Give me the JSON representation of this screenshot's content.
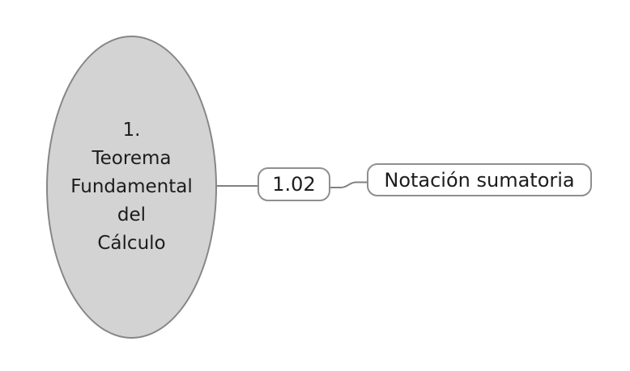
{
  "colors": {
    "page_bg": "#ffffff",
    "ellipse_fill": "#d3d3d3",
    "ellipse_border": "#868686",
    "node_fill": "#ffffff",
    "node_border": "#8f8f8f",
    "connector": "#818181",
    "text": "#1c1c1c"
  },
  "mindmap": {
    "root": {
      "lines": [
        "1.",
        "Teorema",
        "Fundamental",
        "del",
        "Cálculo"
      ]
    },
    "child": {
      "label": "1.02"
    },
    "grandchild": {
      "label": "Notación sumatoria"
    }
  }
}
